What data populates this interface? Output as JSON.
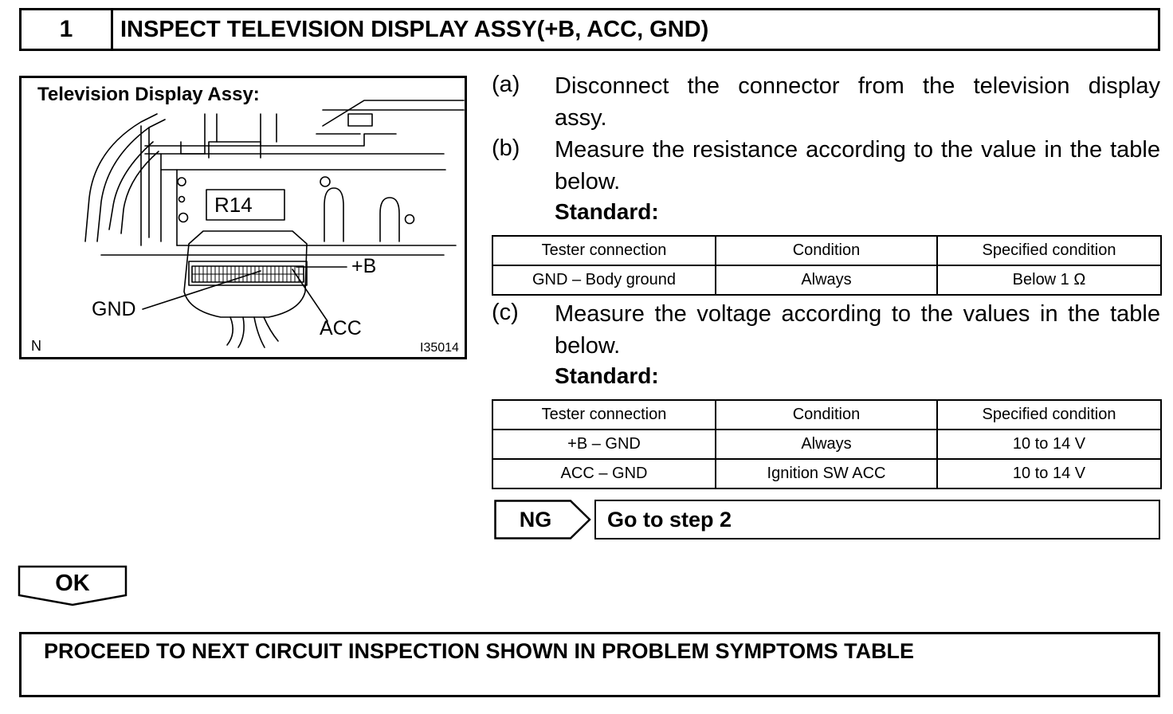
{
  "header": {
    "step_number": "1",
    "title": "INSPECT TELEVISION DISPLAY ASSY(+B, ACC, GND)"
  },
  "figure": {
    "title": "Television Display Assy:",
    "connector_label": "R14",
    "labels": {
      "plus_b": "+B",
      "gnd": "GND",
      "acc": "ACC"
    },
    "corner_code": "N",
    "figure_id": "I35014"
  },
  "steps": {
    "a": {
      "letter": "(a)",
      "line1": "Disconnect the connector from the television display",
      "line2": "assy."
    },
    "b": {
      "letter": "(b)",
      "line1": "Measure the resistance according to the value in the table",
      "line2": "below.",
      "standard": "Standard:"
    },
    "c": {
      "letter": "(c)",
      "line1": "Measure the voltage according to the values in the table",
      "line2": "below.",
      "standard": "Standard:"
    }
  },
  "table_resistance": {
    "headers": [
      "Tester connection",
      "Condition",
      "Specified condition"
    ],
    "rows": [
      [
        "GND – Body ground",
        "Always",
        "Below 1 Ω"
      ]
    ]
  },
  "table_voltage": {
    "headers": [
      "Tester connection",
      "Condition",
      "Specified condition"
    ],
    "rows": [
      [
        "+B – GND",
        "Always",
        "10 to 14 V"
      ],
      [
        "ACC – GND",
        "Ignition SW ACC",
        "10 to 14 V"
      ]
    ]
  },
  "ng": {
    "label": "NG",
    "action": "Go to step 2"
  },
  "ok": {
    "label": "OK"
  },
  "final": {
    "text": "PROCEED TO NEXT CIRCUIT INSPECTION SHOWN IN PROBLEM SYMPTOMS TABLE"
  }
}
